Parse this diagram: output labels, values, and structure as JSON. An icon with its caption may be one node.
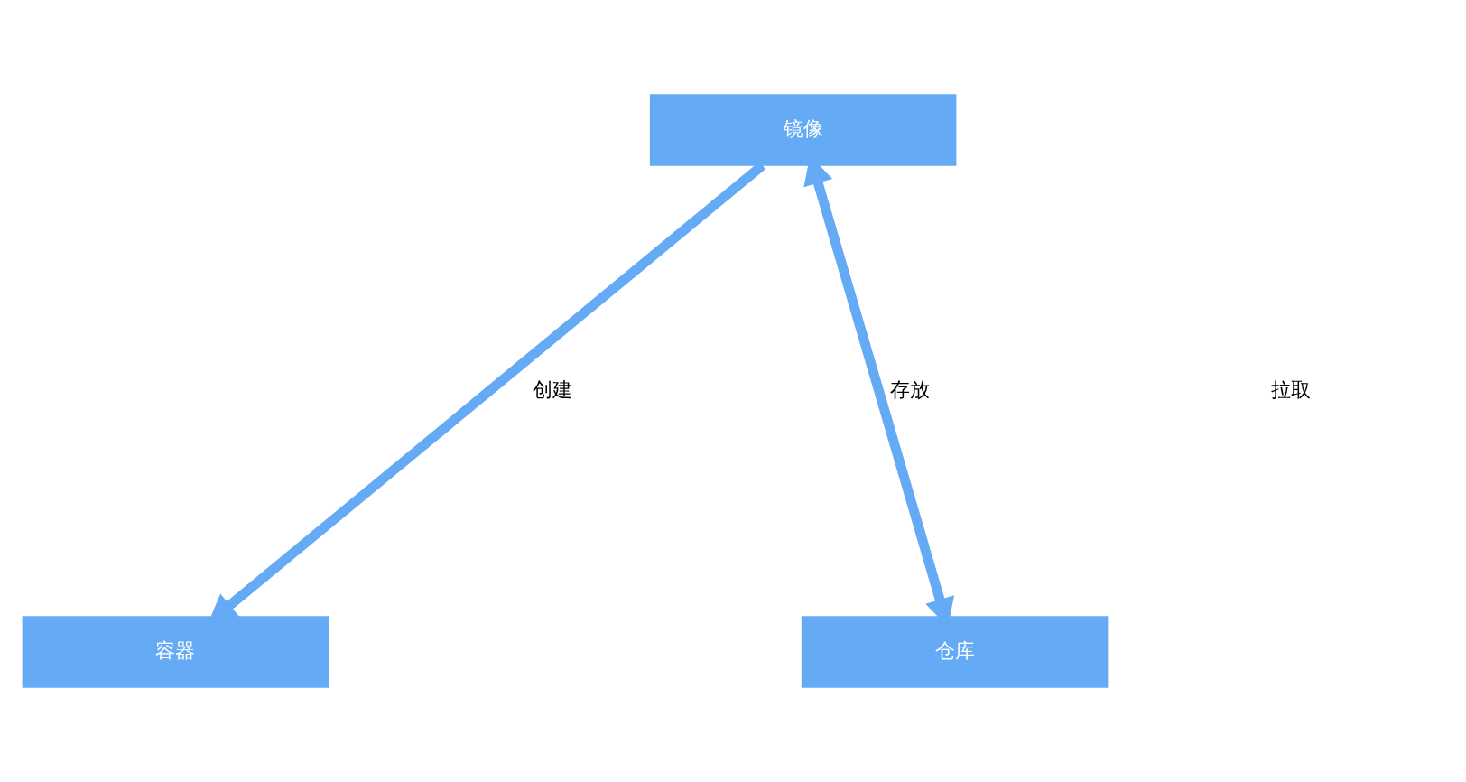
{
  "diagram": {
    "nodes": [
      {
        "text": [
          "镜像"
        ]
      },
      {
        "text": [
          "容器"
        ]
      },
      {
        "text": [
          "仓库"
        ]
      }
    ],
    "edges": [
      {
        "from": 0,
        "to": 1,
        "arrow": "to",
        "label": "创建"
      },
      {
        "from": 0,
        "to": 2,
        "arrow": "both",
        "label": "存放"
      }
    ],
    "labels": [
      "拉取"
    ]
  }
}
